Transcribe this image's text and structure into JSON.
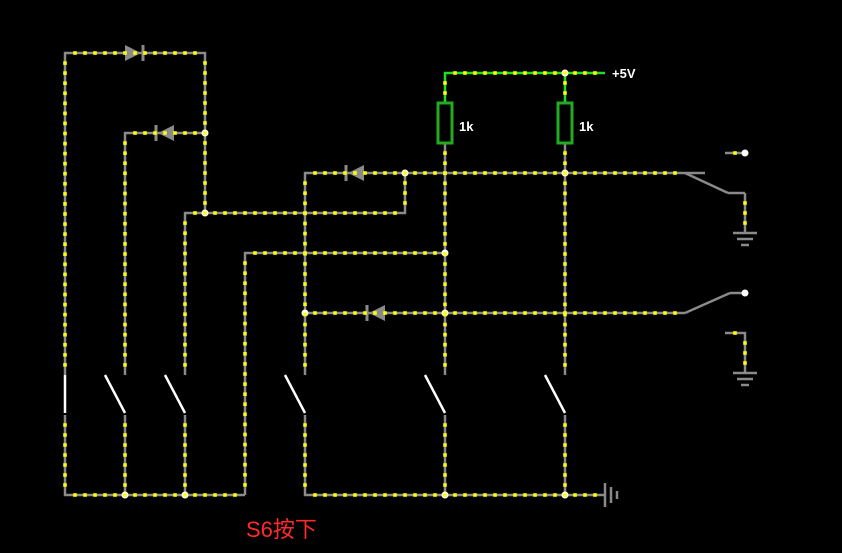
{
  "labels": {
    "supply": "+5V",
    "r1": "1k",
    "r2": "1k",
    "caption": "S6按下"
  },
  "colors": {
    "background": "#000000",
    "wire": "#8a8a8a",
    "live_wire": "#22dd22",
    "current_dot": "#ffff00",
    "node": "#ffffff",
    "caption": "#ff2a2a"
  },
  "components": {
    "diodes": 4,
    "resistors": 2,
    "push_switches": 6,
    "selector_switches": 2,
    "ground_symbols": 3
  }
}
